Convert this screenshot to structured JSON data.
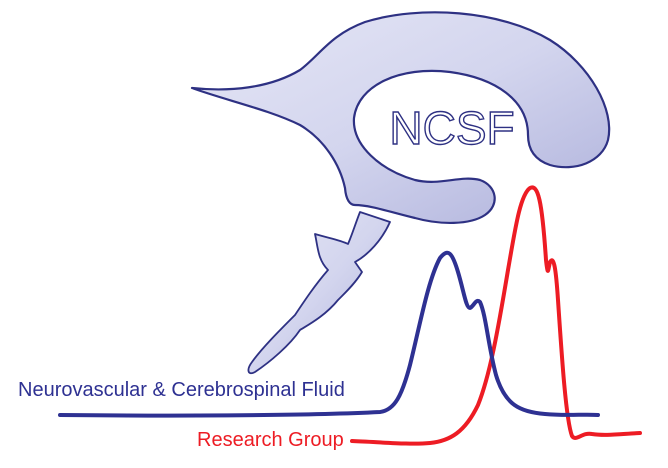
{
  "logo": {
    "wordmark": "NCSF",
    "colors": {
      "ventricle_fill": "#cfd1ec",
      "ventricle_stroke": "#2e3183",
      "blue_wave": "#2e3192",
      "red_wave": "#ed1c24"
    }
  },
  "text": {
    "line1": "Neurovascular & Cerebrospinal Fluid",
    "line2": "Research Group"
  }
}
